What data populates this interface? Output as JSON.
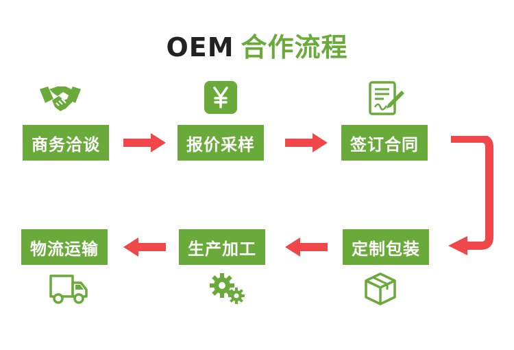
{
  "title": {
    "en": "OEM",
    "cn": "合作流程"
  },
  "steps": [
    {
      "label": "商务洽谈",
      "icon": "handshake-icon"
    },
    {
      "label": "报价采样",
      "icon": "yuan-icon"
    },
    {
      "label": "签订合同",
      "icon": "contract-icon"
    },
    {
      "label": "定制包装",
      "icon": "box-icon"
    },
    {
      "label": "生产加工",
      "icon": "gears-icon"
    },
    {
      "label": "物流运输",
      "icon": "truck-icon"
    }
  ],
  "colors": {
    "accent": "#6aaa3a",
    "arrow": "#f0474a",
    "title": "#222222"
  }
}
